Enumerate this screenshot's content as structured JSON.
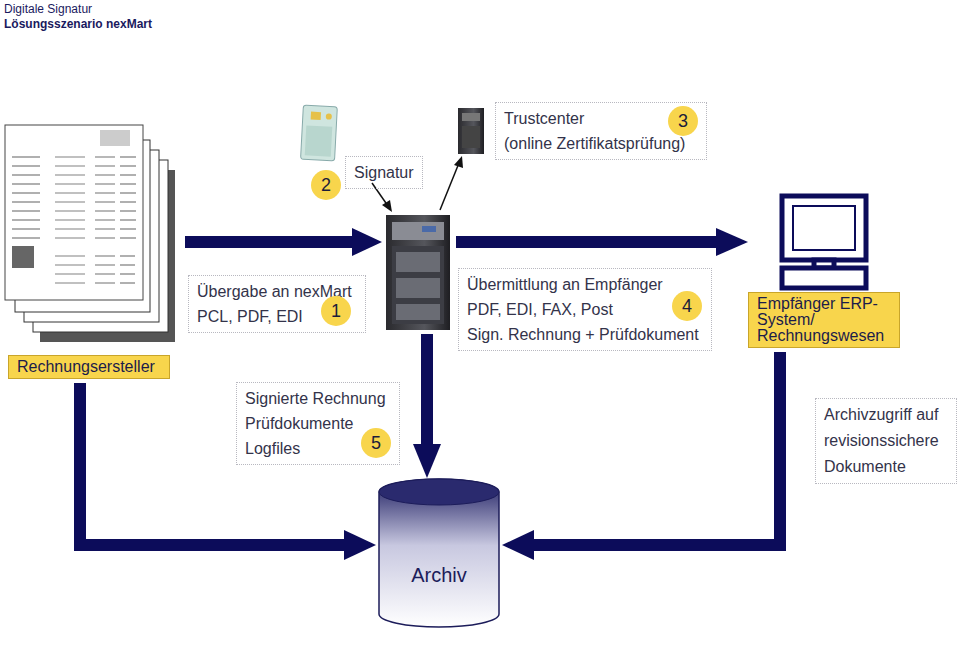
{
  "diagram": {
    "title": "Digitale Signatur",
    "nodes": [
      {
        "text": [
          "Trustcenter",
          "(online Zertifikatsprüfung)"
        ]
      },
      {
        "text": [
          "3"
        ],
        "in": 0
      },
      {
        "text": [
          "2"
        ]
      },
      {
        "text": [
          "Signatur"
        ]
      },
      {
        "text": [
          "Übergabe an nexMart",
          "PCL, PDF, EDI"
        ]
      },
      {
        "text": [
          "1"
        ],
        "in": 4
      },
      {
        "text": [
          "Übermittlung an Empfänger",
          "PDF, EDI, FAX, Post",
          "Sign. Rechnung + Prüfdokument"
        ]
      },
      {
        "text": [
          "4"
        ],
        "in": 6
      },
      {
        "text": [
          "Empfänger ERP-System/ Rechnungswesen"
        ]
      },
      {
        "text": [
          "Rechnungsersteller"
        ]
      },
      {
        "text": [
          "Signierte Rechnung",
          "Prüfdokumente",
          "Logfiles"
        ]
      },
      {
        "text": [
          "5"
        ],
        "in": 10
      },
      {
        "text": [
          "Archivzugriff auf revisionssichere Dokumente"
        ]
      },
      {
        "text": [
          "Archiv"
        ]
      }
    ],
    "edges": [
      {
        "from": 9,
        "to": 13,
        "arrow": "to"
      },
      {
        "from": 8,
        "to": 13,
        "arrow": "to"
      }
    ],
    "labels": [
      "Lösungsszenario nexMart"
    ]
  }
}
